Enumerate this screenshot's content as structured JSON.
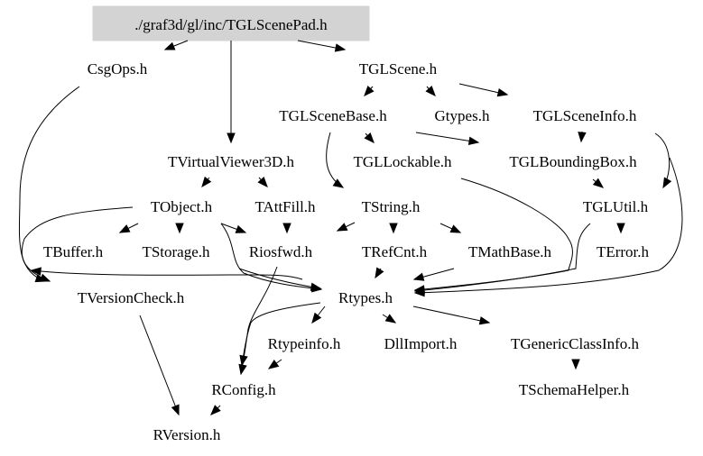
{
  "diagram": {
    "type": "include-dependency-graph",
    "root": "./graf3d/gl/inc/TGLScenePad.h",
    "colors": {
      "root_fill": "#d3d3d3",
      "edge": "#000000",
      "text": "#000000",
      "background": "#ffffff"
    },
    "nodes": [
      {
        "id": "root",
        "label": "./graf3d/gl/inc/TGLScenePad.h",
        "highlighted": true
      },
      {
        "id": "CsgOps",
        "label": "CsgOps.h"
      },
      {
        "id": "TGLScene",
        "label": "TGLScene.h"
      },
      {
        "id": "TGLSceneBase",
        "label": "TGLSceneBase.h"
      },
      {
        "id": "Gtypes",
        "label": "Gtypes.h"
      },
      {
        "id": "TGLSceneInfo",
        "label": "TGLSceneInfo.h"
      },
      {
        "id": "TVirtualViewer3D",
        "label": "TVirtualViewer3D.h"
      },
      {
        "id": "TGLLockable",
        "label": "TGLLockable.h"
      },
      {
        "id": "TGLBoundingBox",
        "label": "TGLBoundingBox.h"
      },
      {
        "id": "TObject",
        "label": "TObject.h"
      },
      {
        "id": "TAttFill",
        "label": "TAttFill.h"
      },
      {
        "id": "TString",
        "label": "TString.h"
      },
      {
        "id": "TGLUtil",
        "label": "TGLUtil.h"
      },
      {
        "id": "TBuffer",
        "label": "TBuffer.h"
      },
      {
        "id": "TStorage",
        "label": "TStorage.h"
      },
      {
        "id": "Riosfwd",
        "label": "Riosfwd.h"
      },
      {
        "id": "TRefCnt",
        "label": "TRefCnt.h"
      },
      {
        "id": "TMathBase",
        "label": "TMathBase.h"
      },
      {
        "id": "TError",
        "label": "TError.h"
      },
      {
        "id": "TVersionCheck",
        "label": "TVersionCheck.h"
      },
      {
        "id": "Rtypes",
        "label": "Rtypes.h"
      },
      {
        "id": "Rtypeinfo",
        "label": "Rtypeinfo.h"
      },
      {
        "id": "DllImport",
        "label": "DllImport.h"
      },
      {
        "id": "TGenericClassInfo",
        "label": "TGenericClassInfo.h"
      },
      {
        "id": "TSchemaHelper",
        "label": "TSchemaHelper.h"
      },
      {
        "id": "RConfig",
        "label": "RConfig.h"
      },
      {
        "id": "RVersion",
        "label": "RVersion.h"
      }
    ],
    "edges": [
      [
        "root",
        "CsgOps"
      ],
      [
        "root",
        "TGLScene"
      ],
      [
        "root",
        "TVirtualViewer3D"
      ],
      [
        "CsgOps",
        "TVersionCheck"
      ],
      [
        "TGLScene",
        "TGLSceneBase"
      ],
      [
        "TGLScene",
        "Gtypes"
      ],
      [
        "TGLScene",
        "TGLSceneInfo"
      ],
      [
        "TGLSceneBase",
        "TGLLockable"
      ],
      [
        "TGLSceneBase",
        "TGLBoundingBox"
      ],
      [
        "TGLSceneBase",
        "TString"
      ],
      [
        "TGLSceneInfo",
        "TGLBoundingBox"
      ],
      [
        "TGLSceneInfo",
        "TGLUtil"
      ],
      [
        "TGLSceneInfo",
        "Rtypes"
      ],
      [
        "TVirtualViewer3D",
        "TObject"
      ],
      [
        "TVirtualViewer3D",
        "TAttFill"
      ],
      [
        "TGLLockable",
        "Rtypes"
      ],
      [
        "TGLBoundingBox",
        "TGLUtil"
      ],
      [
        "TObject",
        "TBuffer"
      ],
      [
        "TObject",
        "TStorage"
      ],
      [
        "TObject",
        "Riosfwd"
      ],
      [
        "TObject",
        "Rtypes"
      ],
      [
        "TObject",
        "TVersionCheck"
      ],
      [
        "TAttFill",
        "Riosfwd"
      ],
      [
        "TAttFill",
        "Rtypes"
      ],
      [
        "TString",
        "TRefCnt"
      ],
      [
        "TString",
        "TMathBase"
      ],
      [
        "TString",
        "Riosfwd"
      ],
      [
        "TGLUtil",
        "TError"
      ],
      [
        "TGLUtil",
        "Rtypes"
      ],
      [
        "TStorage",
        "Rtypes"
      ],
      [
        "Riosfwd",
        "RConfig"
      ],
      [
        "TRefCnt",
        "Rtypes"
      ],
      [
        "TMathBase",
        "Rtypes"
      ],
      [
        "TVersionCheck",
        "RVersion"
      ],
      [
        "Rtypes",
        "Rtypeinfo"
      ],
      [
        "Rtypes",
        "DllImport"
      ],
      [
        "Rtypes",
        "TGenericClassInfo"
      ],
      [
        "Rtypes",
        "RConfig"
      ],
      [
        "Rtypeinfo",
        "RConfig"
      ],
      [
        "TGenericClassInfo",
        "TSchemaHelper"
      ],
      [
        "RConfig",
        "RVersion"
      ]
    ]
  }
}
